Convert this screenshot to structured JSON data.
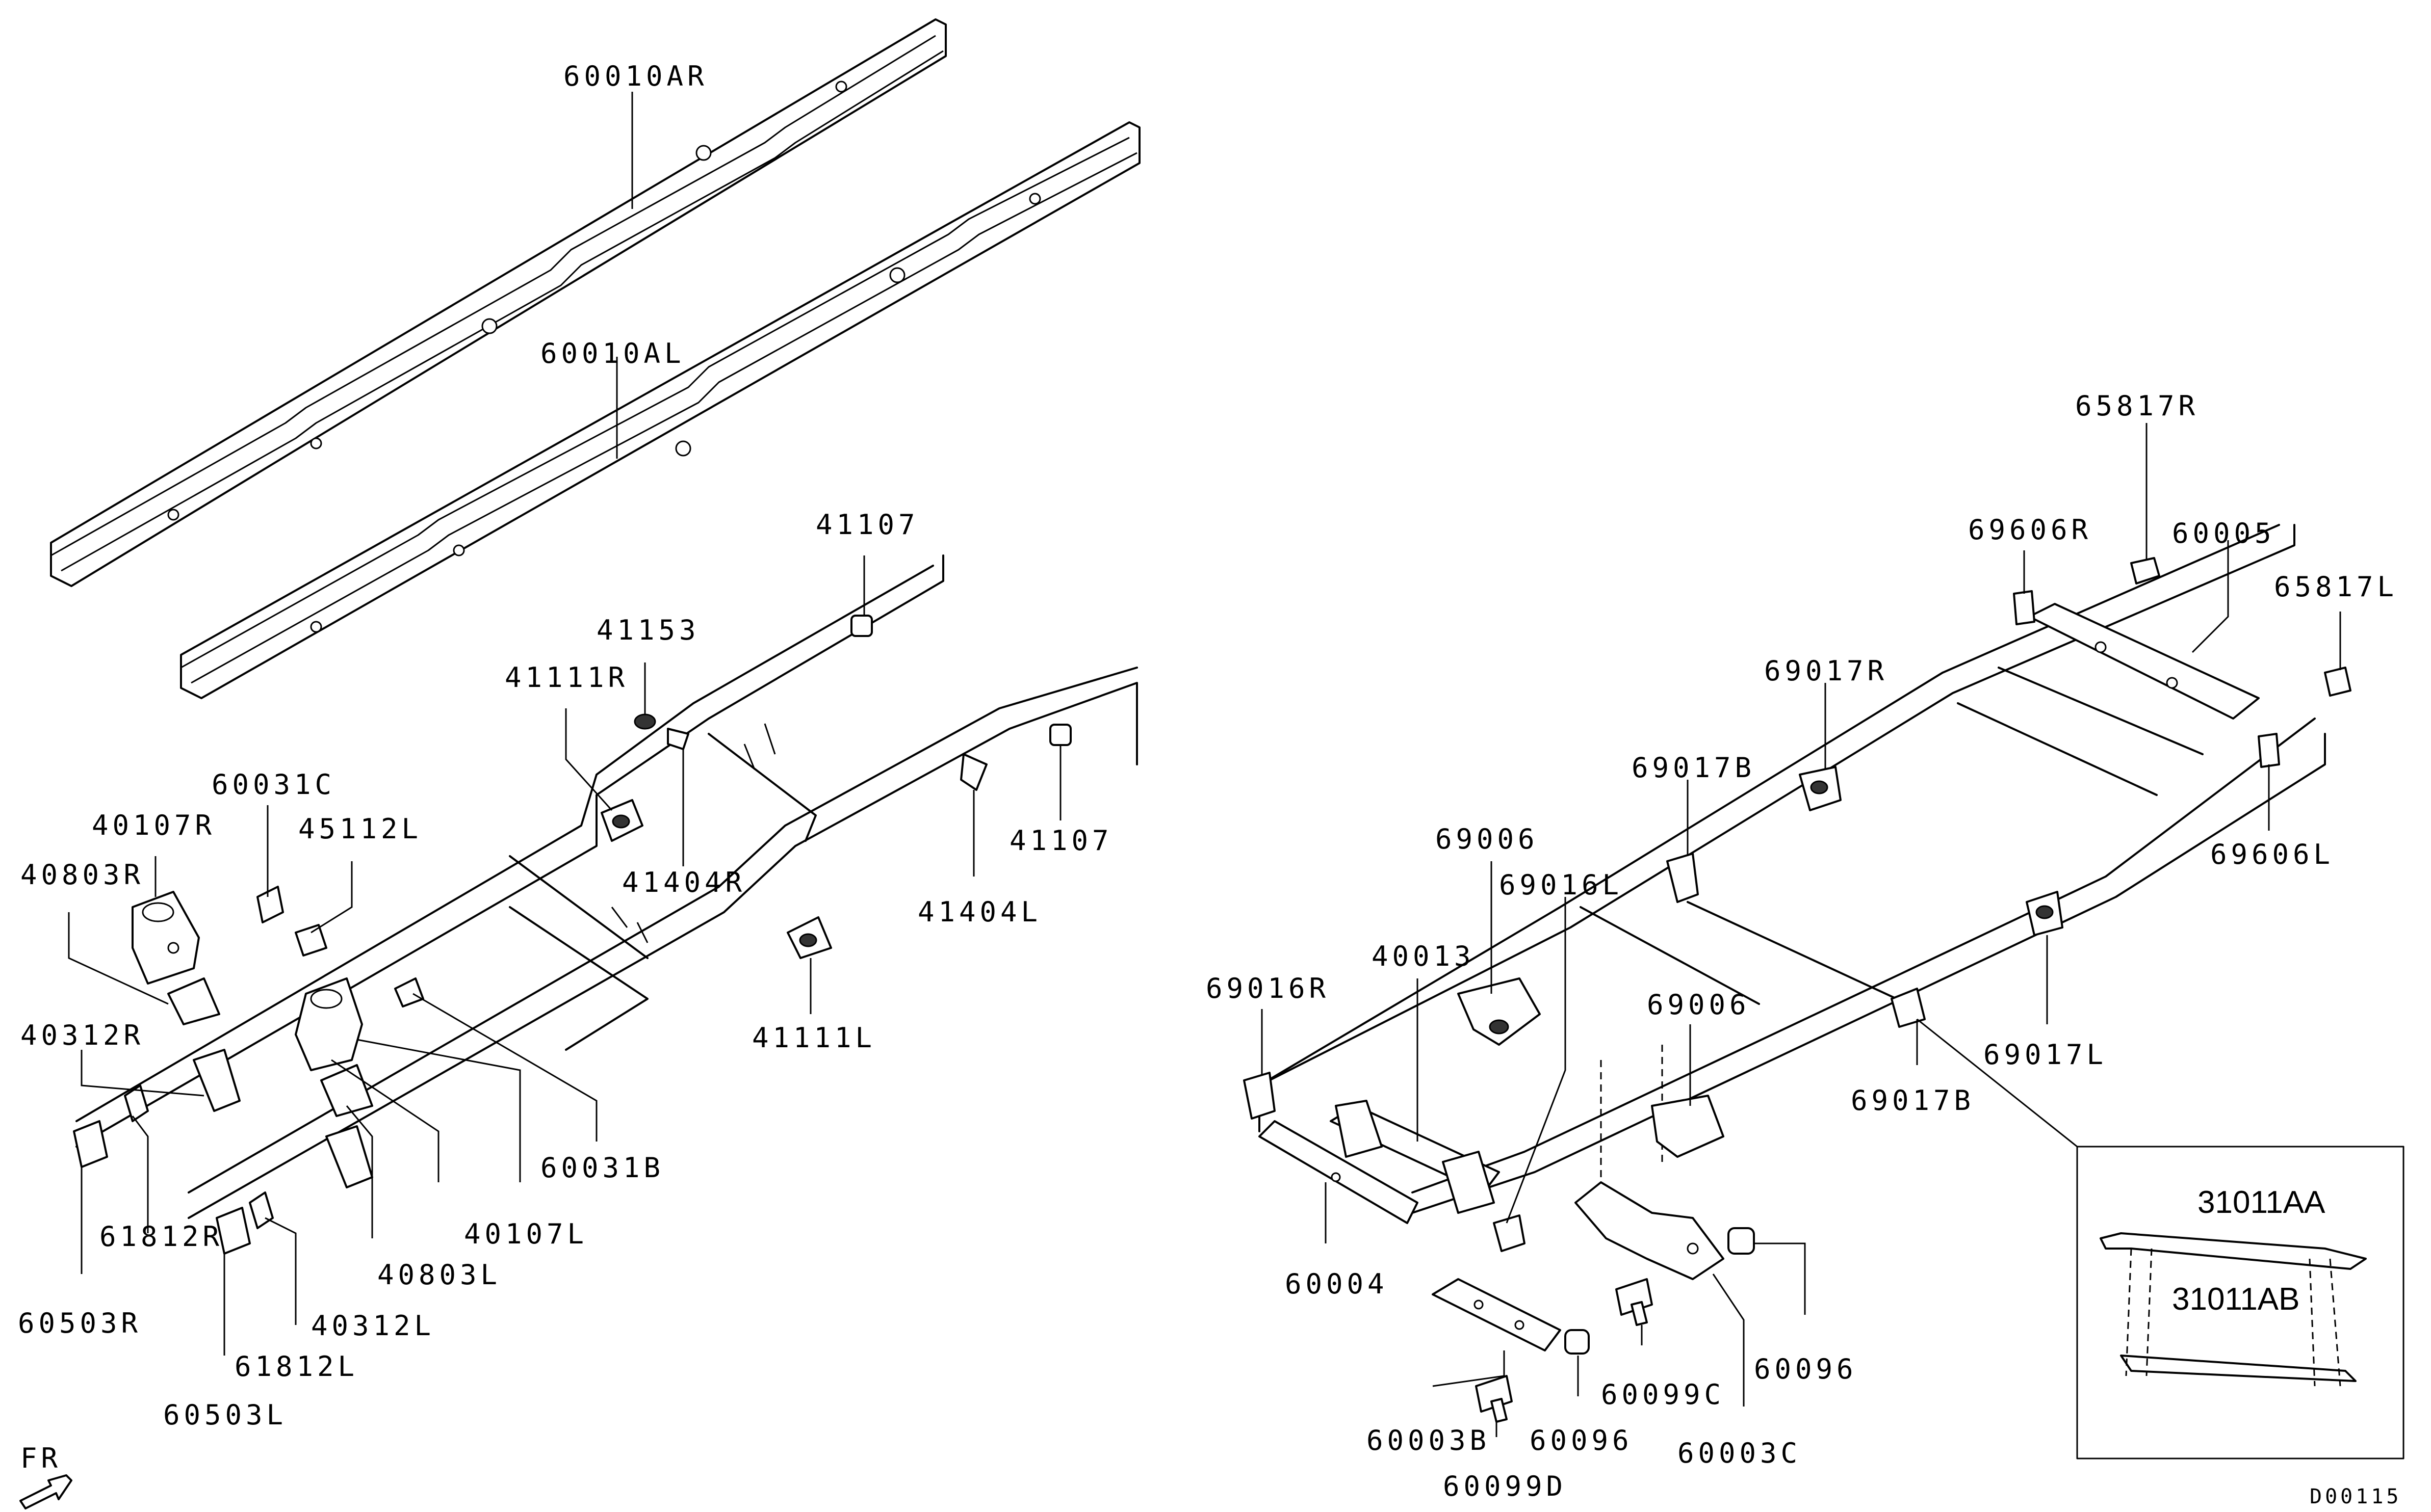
{
  "diagram": {
    "code": "D00115",
    "direction": "FR",
    "labels": {
      "l60010AR": "60010AR",
      "l60010AL": "60010AL",
      "l41107a": "41107",
      "l41153": "41153",
      "l41111R": "41111R",
      "l41404R": "41404R",
      "l41107b": "41107",
      "l41404L": "41404L",
      "l41111L": "41111L",
      "l60031C": "60031C",
      "l40107R": "40107R",
      "l45112L": "45112L",
      "l40803R": "40803R",
      "l40312R": "40312R",
      "l60031B": "60031B",
      "l40107L": "40107L",
      "l40803L": "40803L",
      "l40312L": "40312L",
      "l61812R": "61812R",
      "l61812L": "61812L",
      "l60503R": "60503R",
      "l60503L": "60503L",
      "l65817R": "65817R",
      "l69606R": "69606R",
      "l60005": "60005",
      "l65817L": "65817L",
      "l69017R": "69017R",
      "l69017Ba": "69017B",
      "l69606L": "69606L",
      "l69006a": "69006",
      "l69016L": "69016L",
      "l40013": "40013",
      "l69016R": "69016R",
      "l69006b": "69006",
      "l69017L": "69017L",
      "l69017Bb": "69017B",
      "l60004": "60004",
      "l60096a": "60096",
      "l60099C": "60099C",
      "l60003C": "60003C",
      "l60003B": "60003B",
      "l60096b": "60096",
      "l60099D": "60099D"
    },
    "inset": {
      "top_label": "31011AA",
      "bottom_label": "31011AB"
    }
  }
}
